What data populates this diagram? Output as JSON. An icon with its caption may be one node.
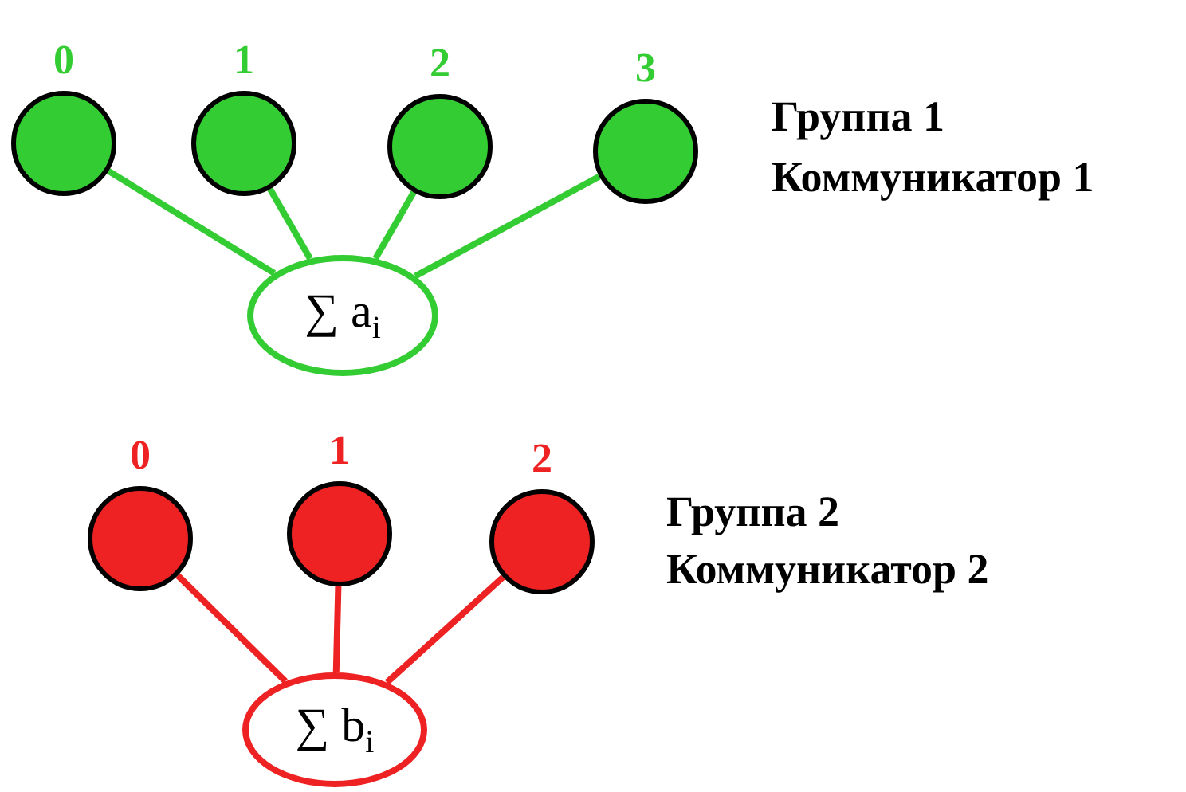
{
  "diagram": {
    "nodes": [
      {
        "text": [],
        "shape": "circle",
        "beside": [
          "0"
        ]
      },
      {
        "text": [],
        "shape": "circle",
        "beside": [
          "1"
        ]
      },
      {
        "text": [],
        "shape": "circle",
        "beside": [
          "2"
        ]
      },
      {
        "text": [],
        "shape": "circle",
        "beside": [
          "3"
        ]
      },
      {
        "text": [
          "∑ a$_{i}$"
        ]
      },
      {
        "text": [],
        "shape": "circle",
        "beside": [
          "0"
        ]
      },
      {
        "text": [],
        "shape": "circle",
        "beside": [
          "1"
        ]
      },
      {
        "text": [],
        "shape": "circle",
        "beside": [
          "2"
        ]
      },
      {
        "text": [
          "∑ b$_{i}$"
        ]
      }
    ],
    "edges": [
      {
        "from": 0,
        "to": 4,
        "arrow": "none"
      },
      {
        "from": 1,
        "to": 4,
        "arrow": "none"
      },
      {
        "from": 2,
        "to": 4,
        "arrow": "none"
      },
      {
        "from": 3,
        "to": 4,
        "arrow": "none"
      },
      {
        "from": 5,
        "to": 8,
        "arrow": "none",
        "color": "#ee2222"
      },
      {
        "from": 6,
        "to": 8,
        "arrow": "none",
        "color": "#ee2222"
      },
      {
        "from": 7,
        "to": 8,
        "arrow": "none",
        "color": "#ee2222"
      }
    ],
    "labels": [
      "Группа 1",
      "Коммуникатор 1",
      "Группа 2",
      "Коммуникатор 2"
    ]
  }
}
